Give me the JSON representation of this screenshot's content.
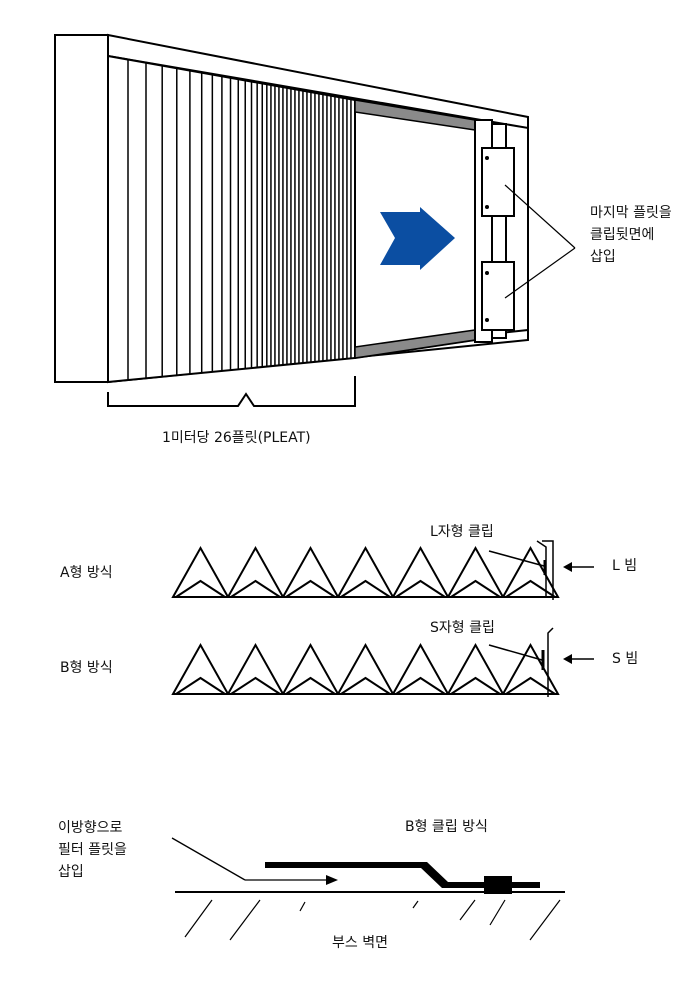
{
  "figure1": {
    "callout_last_pleat": "마지막 플릿을\n클립뒷면에\n삽입",
    "caption_pleats": "1미터당 26플릿(PLEAT)",
    "arrow_color": "#0b4ea2"
  },
  "figure2": {
    "row_a": {
      "name": "A형 방식",
      "clip": "L자형 클립",
      "beam": "L 빔"
    },
    "row_b": {
      "name": "B형 방식",
      "clip": "S자형 클립",
      "beam": "S 빔"
    },
    "pleat_count": 7
  },
  "figure3": {
    "insert_note": "이방향으로\n필터 플릿을\n삽입",
    "title": "B형 클립 방식",
    "wall": "부스 벽면"
  }
}
